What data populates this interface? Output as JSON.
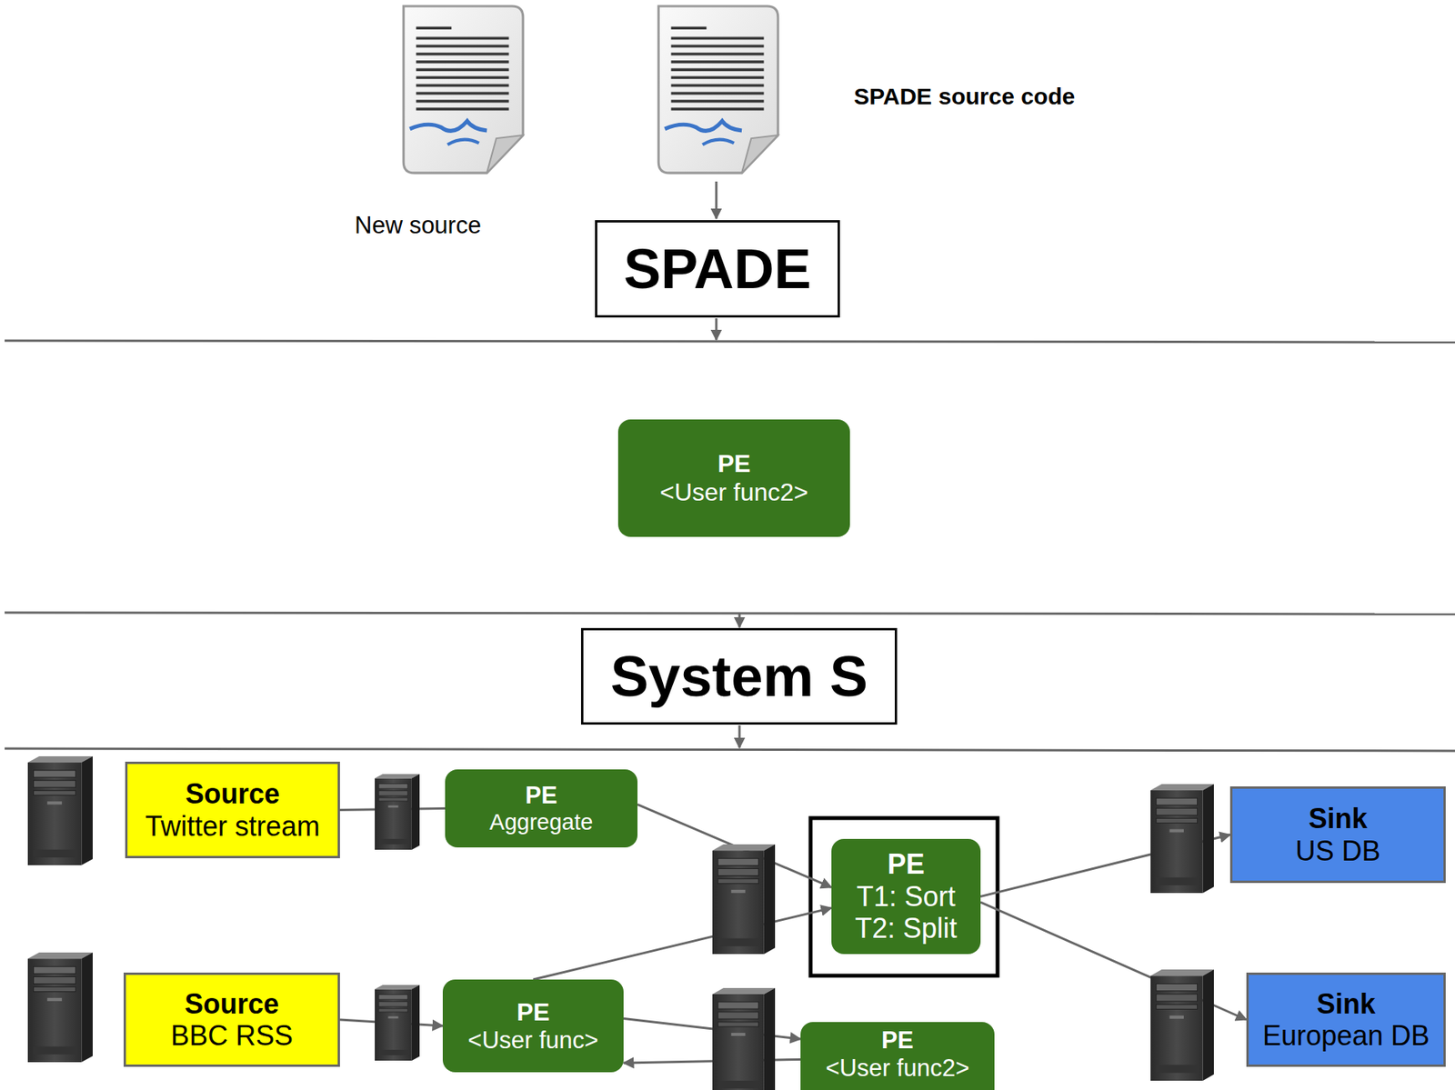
{
  "diagram": {
    "nodes": [
      {
        "text": [
          "SPADE"
        ]
      },
      {
        "text": [
          "PE",
          "<User func2>"
        ]
      },
      {
        "text": [
          "System S"
        ]
      },
      {
        "text": [
          "Source",
          "Twitter stream"
        ]
      },
      {
        "text": [
          "PE",
          "Aggregate"
        ]
      },
      {
        "text": [
          "PE",
          "T1: Sort",
          "T2: Split"
        ]
      },
      {
        "text": [
          "Sink",
          "US DB"
        ]
      },
      {
        "text": [
          "Source",
          "BBC RSS"
        ]
      },
      {
        "text": [
          "PE",
          "<User func>"
        ]
      },
      {
        "text": [
          "PE",
          "<User func2>"
        ]
      },
      {
        "text": [
          "Sink",
          "European DB"
        ]
      }
    ],
    "edges": [
      {
        "from": 3,
        "to": 4,
        "arrow": "none"
      },
      {
        "from": 7,
        "to": 8,
        "arrow": "to"
      },
      {
        "from": 4,
        "to": 5,
        "arrow": "to"
      },
      {
        "from": 8,
        "to": 5,
        "arrow": "to"
      },
      {
        "from": 8,
        "to": 9,
        "arrow": "to"
      },
      {
        "from": 9,
        "to": 8,
        "arrow": "to"
      },
      {
        "from": 5,
        "to": 6,
        "arrow": "to"
      },
      {
        "from": 5,
        "to": 10,
        "arrow": "to"
      }
    ],
    "labels": [
      "New source",
      "SPADE source code"
    ]
  }
}
